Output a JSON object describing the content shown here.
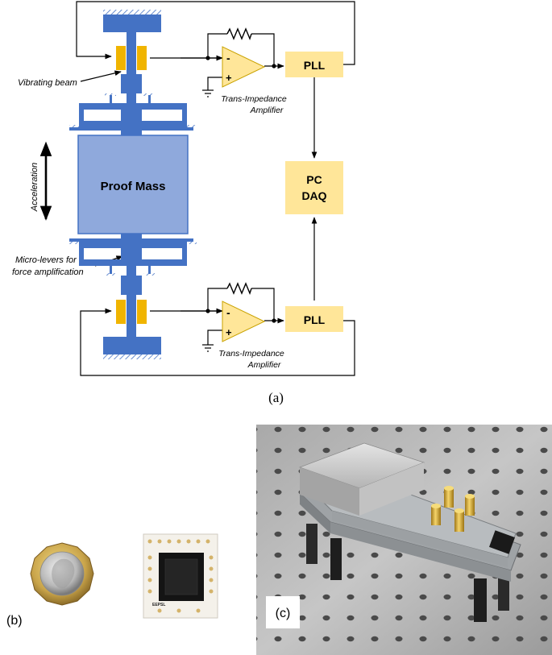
{
  "diagram": {
    "labels": {
      "vibrating_beam": "Vibrating beam",
      "tia_top_line1": "Trans-Impedance",
      "tia_top_line2": "Amplifier",
      "tia_bottom_line1": "Trans-Impedance",
      "tia_bottom_line2": "Amplifier",
      "acceleration": "Acceleration",
      "proof_mass": "Proof Mass",
      "micro_levers_line1": "Micro-levers for",
      "micro_levers_line2": "force amplification",
      "pll_top": "PLL",
      "pll_bottom": "PLL",
      "pc_line1": "PC",
      "pc_line2": "DAQ",
      "opamp_minus": "-",
      "opamp_plus": "+"
    },
    "colors": {
      "mems_blue": "#4472c4",
      "proof_mass_fill": "#8fa9dc",
      "electrode_orange": "#f0b400",
      "block_fill": "#ffe699",
      "wire": "#000000"
    }
  },
  "captions": {
    "a": "(a)",
    "b": "(b)",
    "c": "(c)"
  },
  "photos": {
    "chip_logo_text": "EEPSL"
  }
}
